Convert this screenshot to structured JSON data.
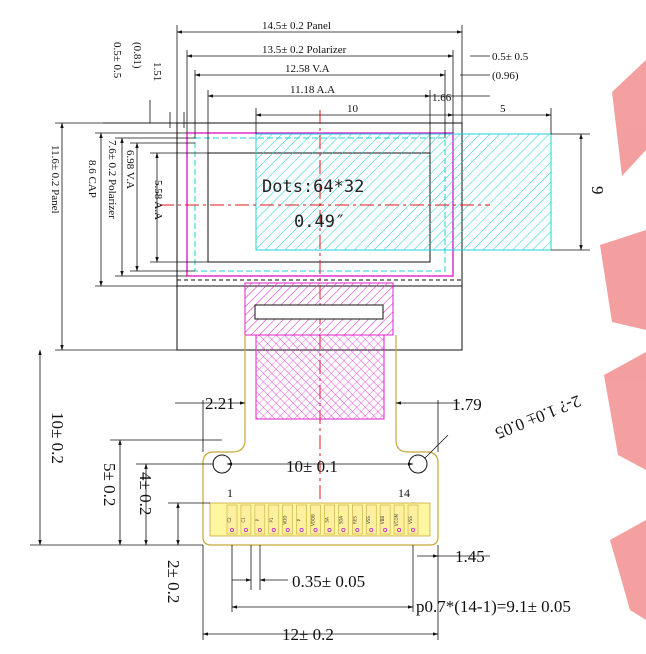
{
  "dimensions": {
    "panel_w": "14.5± 0.2 Panel",
    "polarizer_w": "13.5± 0.2 Polarizer",
    "va_w": "12.58 V.A",
    "aa_w": "11.18 A.A",
    "tol_top_right": "0.5± 0.5",
    "offset_096": "(0.96)",
    "offset_166": "1.66",
    "window_10": "10",
    "window_5": "5",
    "window_9": "9",
    "left_05": "0.5± 0.5",
    "left_081": "(0.81)",
    "left_151": "1.51",
    "aa_h": "5.58 A.A",
    "va_h": "6.98 V.A",
    "polarizer_h": "7.6± 0.2 Polarizer",
    "cap_h": "8.6 CAP",
    "panel_h": "11.6± 0.2 Panel",
    "fpc_221": "2.21",
    "fpc_179": "1.79",
    "hole_spacing": "10± 0.1",
    "hole_dia": "2-? 1.0± 0.05",
    "fpc_len": "10± 0.2",
    "fpc_5": "5± 0.2",
    "fpc_4": "4± 0.2",
    "fpc_2": "2± 0.2",
    "pad_w": "0.35± 0.05",
    "pitch": "p0.7*(14-1)=9.1± 0.05",
    "edge_145": "1.45",
    "fpc_w": "12± 0.2"
  },
  "display": {
    "dots": "Dots:64*32",
    "size": "0.49″"
  },
  "pins": {
    "first": "1",
    "last": "14",
    "labels": [
      "C2",
      "C1",
      "P",
      "P1",
      "VDD",
      "P",
      "VDDB",
      "SA",
      "SDA",
      "RES",
      "VSS",
      "VBB",
      "VCOM",
      "VSS"
    ]
  },
  "colors": {
    "line": "#111111",
    "polarizer": "#e020c8",
    "window": "#20d0d8",
    "center_line": "#e01818",
    "fpc_outline": "#c8a838",
    "pad_fill": "#fff6a0",
    "watermark": "#f08080"
  }
}
